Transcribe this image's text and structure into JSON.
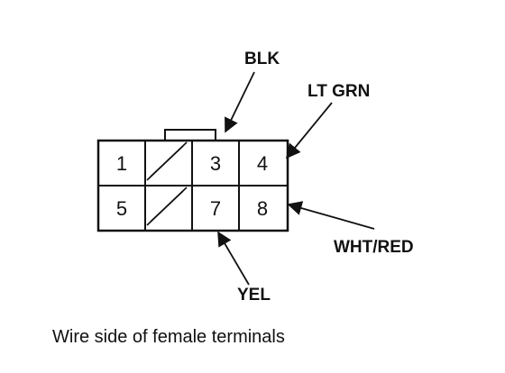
{
  "connector": {
    "pins": [
      {
        "label": "1",
        "row": 0,
        "col": 0
      },
      {
        "label": "3",
        "row": 0,
        "col": 2
      },
      {
        "label": "4",
        "row": 0,
        "col": 3
      },
      {
        "label": "5",
        "row": 1,
        "col": 0
      },
      {
        "label": "7",
        "row": 1,
        "col": 2
      },
      {
        "label": "8",
        "row": 1,
        "col": 3
      }
    ],
    "empty_cavities": [
      {
        "row": 0,
        "col": 1
      },
      {
        "row": 1,
        "col": 1
      }
    ]
  },
  "wires": {
    "blk": "BLK",
    "lt_grn": "LT GRN",
    "wht_red": "WHT/RED",
    "yel": "YEL"
  },
  "caption": "Wire side of female terminals"
}
